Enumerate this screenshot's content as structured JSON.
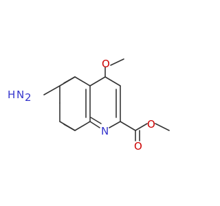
{
  "molecule": {
    "atoms": {
      "amine_h": "H",
      "amine_n": "N",
      "ring_n": "N",
      "ether_o": "O",
      "ester_ether_o": "O",
      "ester_carbonyl_o": "O"
    },
    "colors": {
      "bond": "#333333",
      "nitrogen": "#3333cc",
      "oxygen": "#cc0000"
    }
  }
}
